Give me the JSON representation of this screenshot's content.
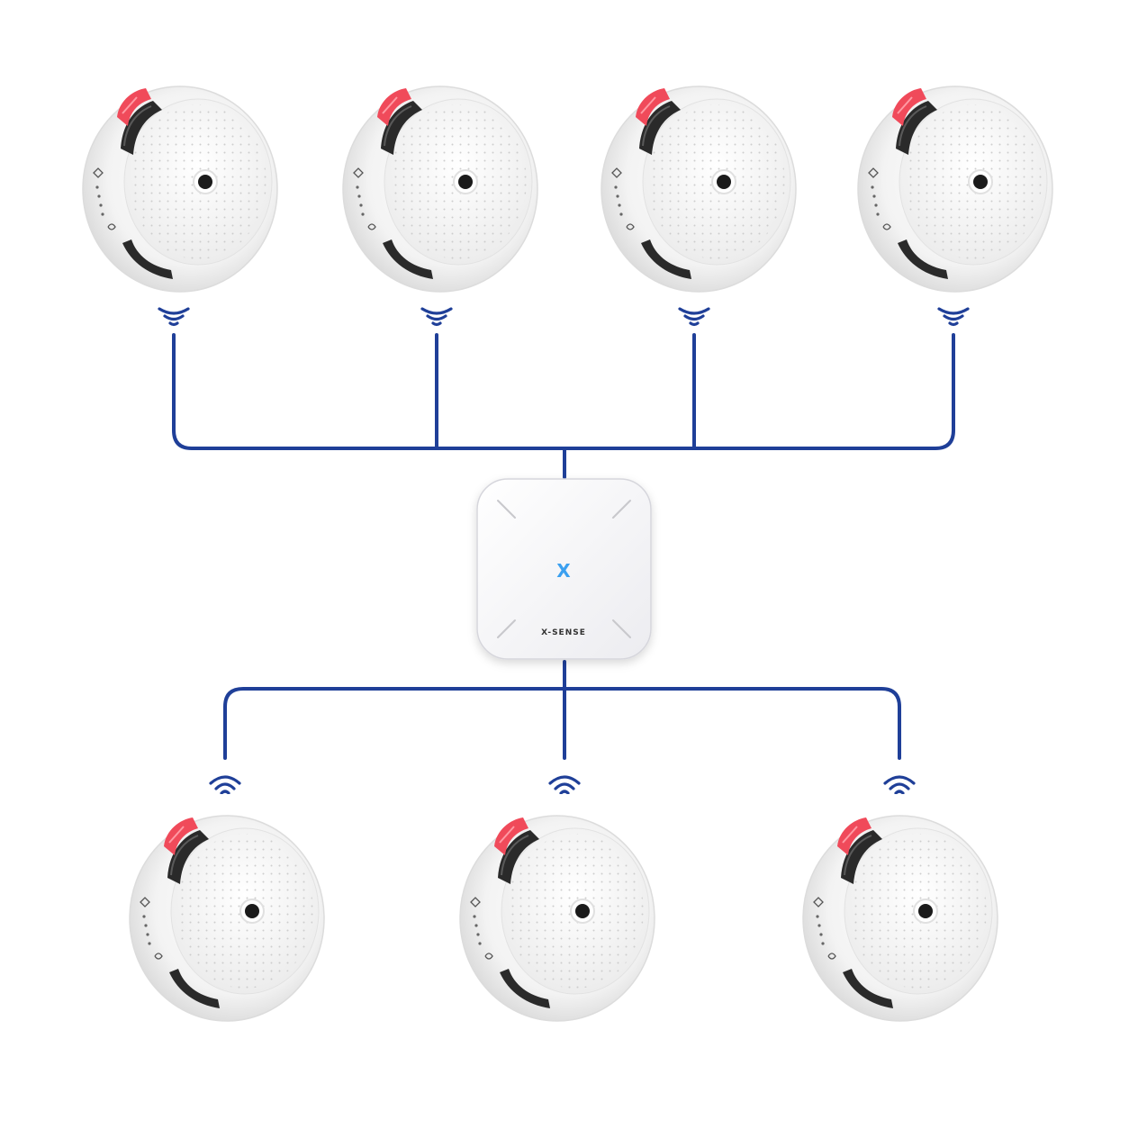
{
  "hub": {
    "logo_glyph": "X",
    "brand_label": "X-SENSE",
    "accent_color": "#3aa0f0"
  },
  "colors": {
    "line": "#1f3f98",
    "detector_body": "#f1f1f1",
    "detector_shadow": "#d9d9d9",
    "alarm_button": "#f04a5a"
  },
  "devices": {
    "icon": "smoke-detector-icon",
    "signal_icon": "wireless-signal-icon",
    "top_count": 4,
    "bottom_count": 3
  }
}
